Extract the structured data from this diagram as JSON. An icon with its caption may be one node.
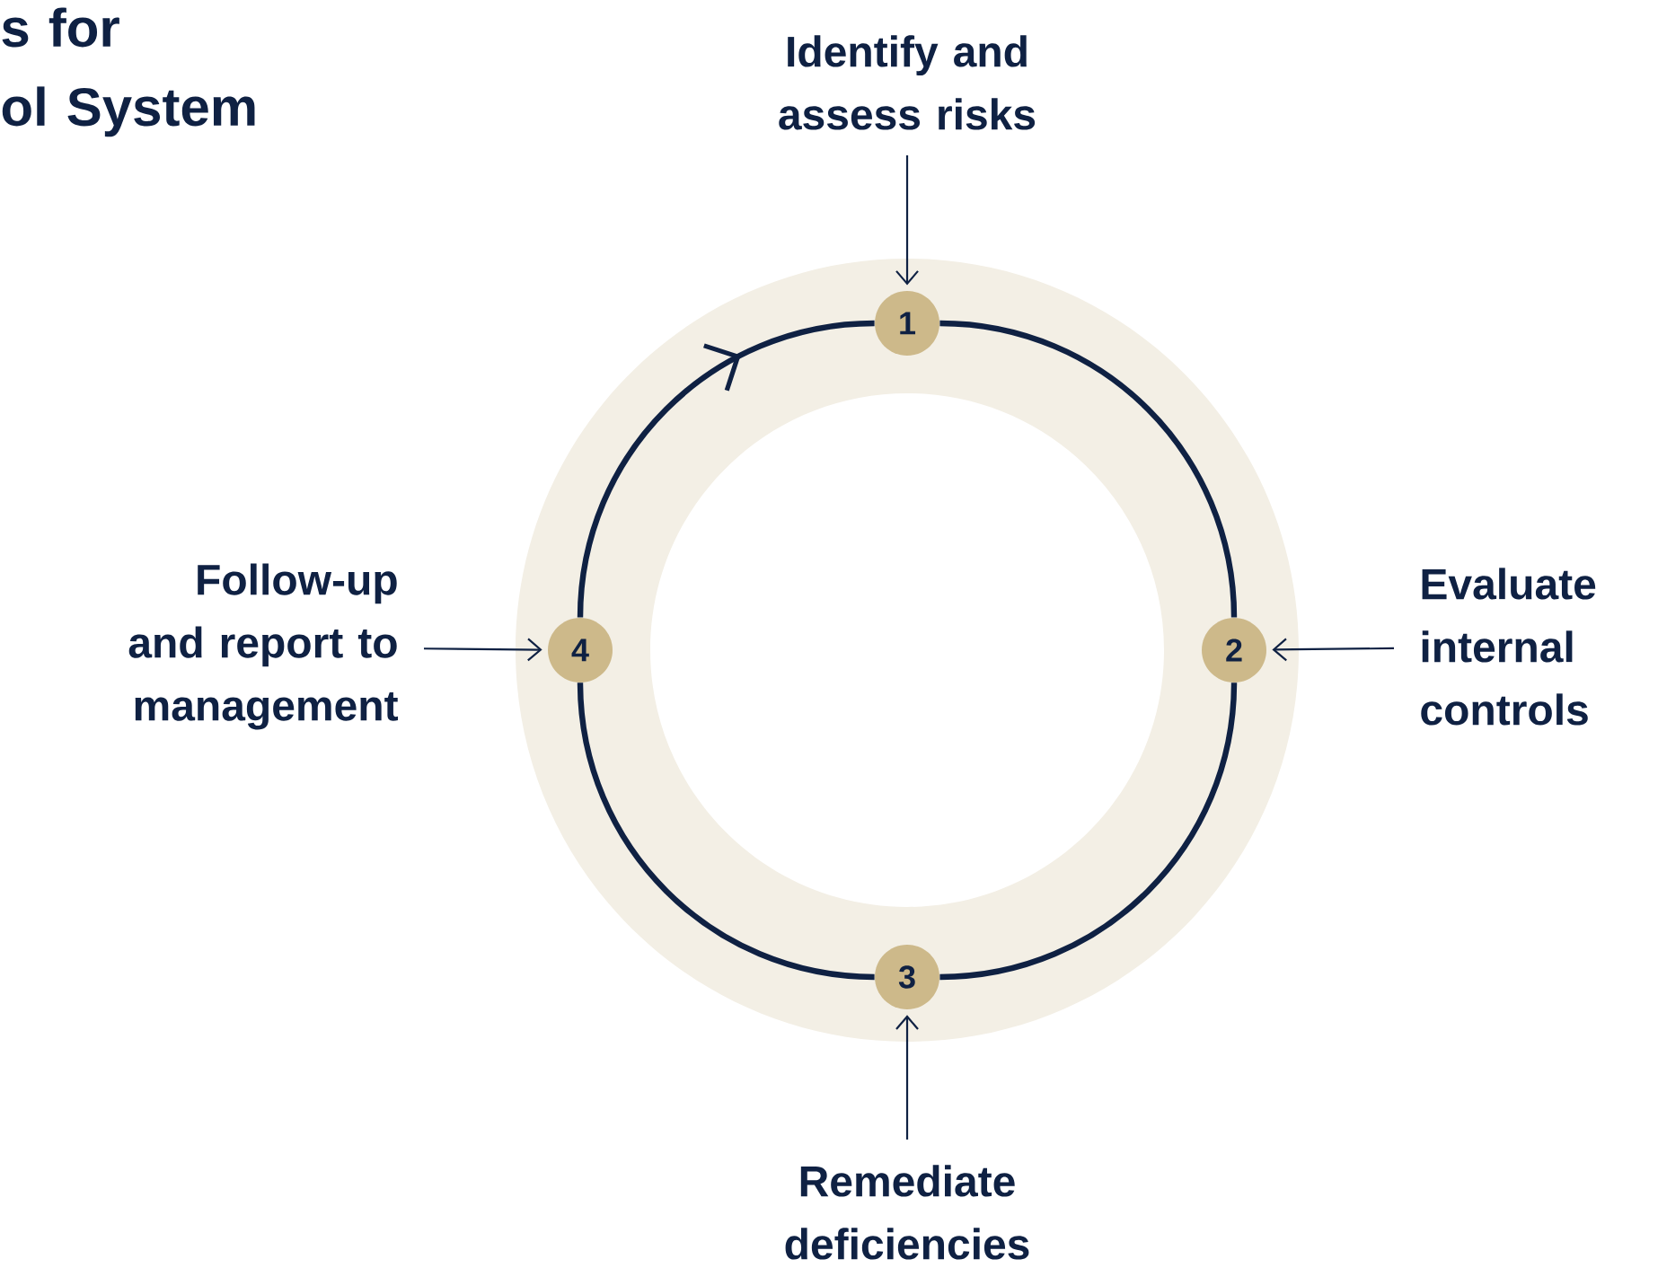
{
  "diagram": {
    "title": "s for ol System",
    "nodes": [
      {
        "text": [
          "Identify and assess risks"
        ]
      },
      {
        "text": [
          "1"
        ]
      },
      {
        "text": [
          "Follow-up and report to management"
        ]
      },
      {
        "text": [
          "4"
        ]
      },
      {
        "text": [
          "2"
        ]
      },
      {
        "text": [
          "Evaluate internal controls"
        ]
      },
      {
        "text": [
          "3"
        ]
      },
      {
        "text": [
          "Remediate deficiencies"
        ]
      }
    ],
    "edges": [
      {
        "from": 0,
        "to": 1,
        "arrow": "to"
      },
      {
        "from": 5,
        "to": 4,
        "arrow": "to"
      },
      {
        "from": 7,
        "to": 6,
        "arrow": "to"
      },
      {
        "from": 2,
        "to": 3,
        "arrow": "to"
      },
      {
        "from": 1,
        "to": 4,
        "arrow": "none",
        "style": "thick"
      },
      {
        "from": 4,
        "to": 6,
        "arrow": "none",
        "style": "thick"
      },
      {
        "from": 6,
        "to": 3,
        "arrow": "none",
        "style": "thick"
      },
      {
        "from": 3,
        "to": 1,
        "arrow": "to",
        "style": "thick"
      }
    ]
  }
}
